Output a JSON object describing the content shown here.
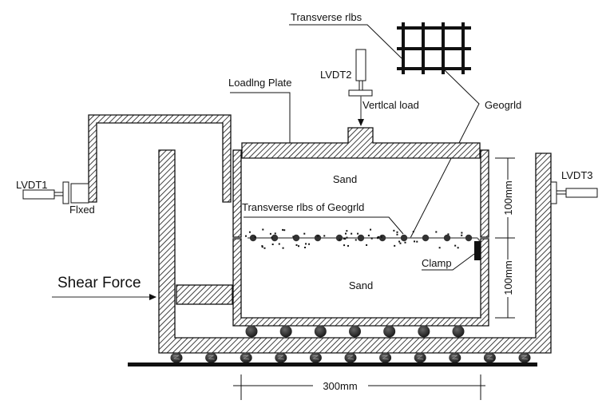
{
  "diagram": {
    "title": "Large-scale direct shear test apparatus with geogrid",
    "labels": {
      "transverse_ribs": "Transverse  rlbs",
      "loading_plate": "Loadlng  Plate",
      "lvdt1": "LVDT1",
      "lvdt2": "LVDT2",
      "lvdt3": "LVDT3",
      "fixed": "Flxed",
      "vertical_load": "Vertlcal  load",
      "geogrid": "Geogrld",
      "sand_upper": "Sand",
      "sand_lower": "Sand",
      "transverse_ribs_of_geogrid": "Transverse  rlbs  of  Geogrld",
      "clamp": "Clamp",
      "shear_force": "Shear  Force"
    },
    "dimensions": {
      "upper_box_height": "100mm",
      "lower_box_height": "100mm",
      "box_length": "300mm"
    },
    "geogrid_inset": {
      "rows": 3,
      "columns": 4
    },
    "counts": {
      "rib_beads": 11,
      "upper_rollers": 7,
      "lower_rollers": 11
    },
    "colors": {
      "ink": "#111111",
      "geogrid_line": "#666666",
      "bead": "#333333"
    }
  }
}
